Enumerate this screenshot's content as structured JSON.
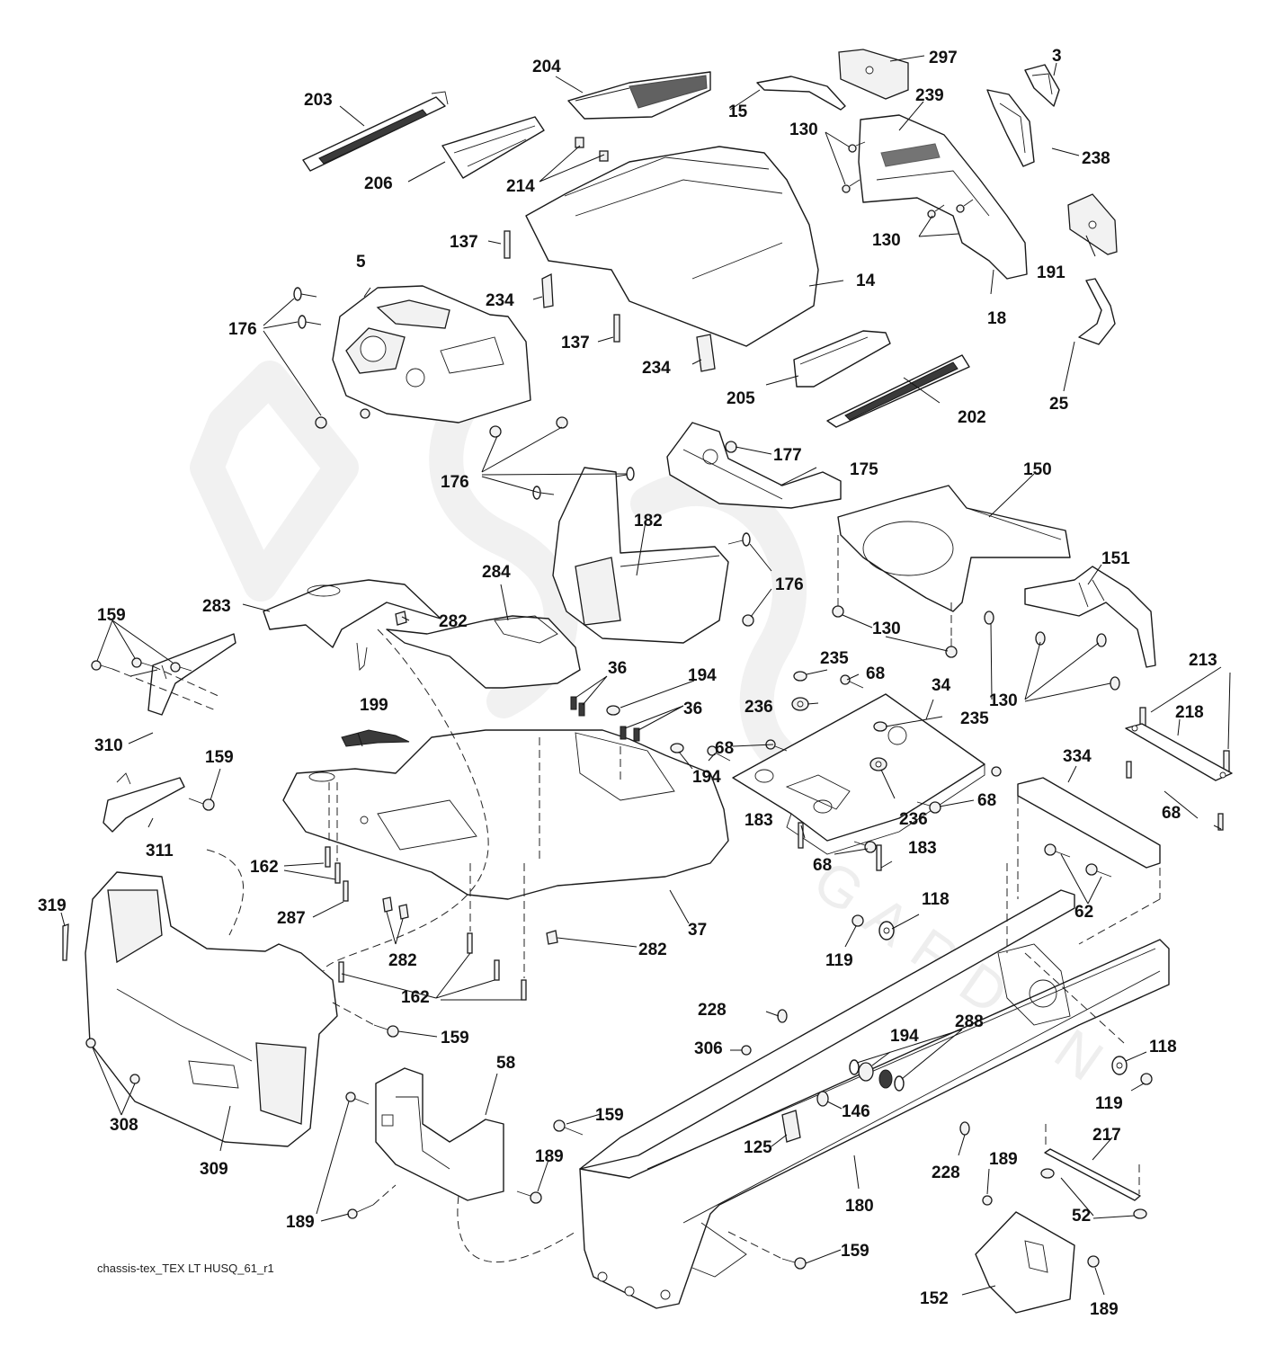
{
  "diagram": {
    "title": "Chassis / Enclosures exploded parts diagram",
    "footer_code": "chassis-tex_TEX LT HUSQ_61_r1",
    "watermark_text": "GARDEN",
    "callouts": [
      {
        "id": "c203",
        "label": "203",
        "part": "vent-grille-203"
      },
      {
        "id": "c204",
        "label": "204",
        "part": "vent-cover-204"
      },
      {
        "id": "c206",
        "label": "206",
        "part": "duct-206"
      },
      {
        "id": "c214",
        "label": "214",
        "part": "clips-214"
      },
      {
        "id": "c15",
        "label": "15",
        "part": "trim-strip-15"
      },
      {
        "id": "c297",
        "label": "297",
        "part": "foam-block-297"
      },
      {
        "id": "c3",
        "label": "3",
        "part": "emblem-3"
      },
      {
        "id": "c239",
        "label": "239",
        "part": "badge-239"
      },
      {
        "id": "c238",
        "label": "238",
        "part": "grille-insert-238"
      },
      {
        "id": "c130a",
        "label": "130",
        "part": "screws-130-upper"
      },
      {
        "id": "c130b",
        "label": "130",
        "part": "screws-130-mid"
      },
      {
        "id": "c137a",
        "label": "137",
        "part": "bumper-137-upper"
      },
      {
        "id": "c137b",
        "label": "137",
        "part": "bumper-137-lower"
      },
      {
        "id": "c234a",
        "label": "234",
        "part": "pad-234-upper"
      },
      {
        "id": "c234b",
        "label": "234",
        "part": "pad-234-lower"
      },
      {
        "id": "c14",
        "label": "14",
        "part": "hood-14"
      },
      {
        "id": "c18",
        "label": "18",
        "part": "front-grille-18"
      },
      {
        "id": "c191",
        "label": "191",
        "part": "foam-block-191"
      },
      {
        "id": "c25",
        "label": "25",
        "part": "bumper-trim-25"
      },
      {
        "id": "c5",
        "label": "5",
        "part": "dash-panel-5"
      },
      {
        "id": "c176a",
        "label": "176",
        "part": "pushpins-176-left"
      },
      {
        "id": "c176b",
        "label": "176",
        "part": "pushpins-176-center"
      },
      {
        "id": "c176c",
        "label": "176",
        "part": "pushpins-176-right"
      },
      {
        "id": "c205",
        "label": "205",
        "part": "duct-205"
      },
      {
        "id": "c202",
        "label": "202",
        "part": "vent-grille-202"
      },
      {
        "id": "c177",
        "label": "177",
        "part": "nut-177"
      },
      {
        "id": "c175",
        "label": "175",
        "part": "bracket-175"
      },
      {
        "id": "c150",
        "label": "150",
        "part": "engine-shroud-150"
      },
      {
        "id": "c182",
        "label": "182",
        "part": "dash-lower-182"
      },
      {
        "id": "c151",
        "label": "151",
        "part": "bracket-151"
      },
      {
        "id": "c130c",
        "label": "130",
        "part": "screws-130-shroud"
      },
      {
        "id": "c130d",
        "label": "130",
        "part": "screws-130-bracket"
      },
      {
        "id": "c283",
        "label": "283",
        "part": "fender-cover-283"
      },
      {
        "id": "c284",
        "label": "284",
        "part": "fender-cover-284"
      },
      {
        "id": "c282a",
        "label": "282",
        "part": "clip-282-upper"
      },
      {
        "id": "c282b",
        "label": "282",
        "part": "clips-282-lower"
      },
      {
        "id": "c282c",
        "label": "282",
        "part": "clip-282-right"
      },
      {
        "id": "c159a",
        "label": "159",
        "part": "bolts-159-310"
      },
      {
        "id": "c159b",
        "label": "159",
        "part": "bolt-159-311"
      },
      {
        "id": "c159c",
        "label": "159",
        "part": "screw-159-grille"
      },
      {
        "id": "c159d",
        "label": "159",
        "part": "screw-159-frame"
      },
      {
        "id": "c159e",
        "label": "159",
        "part": "screw-159-front"
      },
      {
        "id": "c310",
        "label": "310",
        "part": "hinge-310"
      },
      {
        "id": "c311",
        "label": "311",
        "part": "hinge-311"
      },
      {
        "id": "c199",
        "label": "199",
        "part": "plate-199"
      },
      {
        "id": "c36a",
        "label": "36",
        "part": "bolts-36-left"
      },
      {
        "id": "c36b",
        "label": "36",
        "part": "bolts-36-right"
      },
      {
        "id": "c194a",
        "label": "194",
        "part": "nut-194-upper"
      },
      {
        "id": "c194b",
        "label": "194",
        "part": "nut-194-lower"
      },
      {
        "id": "c194c",
        "label": "194",
        "part": "nuts-194-frame"
      },
      {
        "id": "c235a",
        "label": "235",
        "part": "spacer-235-left"
      },
      {
        "id": "c235b",
        "label": "235",
        "part": "spacer-235-right"
      },
      {
        "id": "c236a",
        "label": "236",
        "part": "bushing-236-left"
      },
      {
        "id": "c236b",
        "label": "236",
        "part": "bushing-236-right"
      },
      {
        "id": "c68a",
        "label": "68",
        "part": "bolt-68-a"
      },
      {
        "id": "c68b",
        "label": "68",
        "part": "bolt-68-b"
      },
      {
        "id": "c68c",
        "label": "68",
        "part": "bolt-68-c"
      },
      {
        "id": "c68d",
        "label": "68",
        "part": "bolt-68-d"
      },
      {
        "id": "c68e",
        "label": "68",
        "part": "bolts-68-bracket"
      },
      {
        "id": "c34",
        "label": "34",
        "part": "engine-plate-34"
      },
      {
        "id": "c213",
        "label": "213",
        "part": "bolts-213"
      },
      {
        "id": "c218",
        "label": "218",
        "part": "bar-218"
      },
      {
        "id": "c334",
        "label": "334",
        "part": "bracket-334"
      },
      {
        "id": "c183a",
        "label": "183",
        "part": "bolt-183-left"
      },
      {
        "id": "c183b",
        "label": "183",
        "part": "bolt-183-right"
      },
      {
        "id": "c62",
        "label": "62",
        "part": "bolts-62"
      },
      {
        "id": "c162a",
        "label": "162",
        "part": "bolts-162-upper"
      },
      {
        "id": "c162b",
        "label": "162",
        "part": "bolts-162-lower"
      },
      {
        "id": "c287",
        "label": "287",
        "part": "bolt-287"
      },
      {
        "id": "c37",
        "label": "37",
        "part": "fender-pan-37"
      },
      {
        "id": "c118a",
        "label": "118",
        "part": "washer-118-upper"
      },
      {
        "id": "c119a",
        "label": "119",
        "part": "nut-119-upper"
      },
      {
        "id": "c118b",
        "label": "118",
        "part": "washer-118-lower"
      },
      {
        "id": "c119b",
        "label": "119",
        "part": "nut-119-lower"
      },
      {
        "id": "c319",
        "label": "319",
        "part": "pin-319"
      },
      {
        "id": "c308",
        "label": "308",
        "part": "screws-308"
      },
      {
        "id": "c309",
        "label": "309",
        "part": "front-grille-309"
      },
      {
        "id": "c228a",
        "label": "228",
        "part": "bolt-228-upper"
      },
      {
        "id": "c228b",
        "label": "228",
        "part": "bolt-228-lower"
      },
      {
        "id": "c306",
        "label": "306",
        "part": "nut-306"
      },
      {
        "id": "c288",
        "label": "288",
        "part": "washers-288"
      },
      {
        "id": "c146",
        "label": "146",
        "part": "plug-146"
      },
      {
        "id": "c125",
        "label": "125",
        "part": "clip-125"
      },
      {
        "id": "c180",
        "label": "180",
        "part": "frame-180"
      },
      {
        "id": "c58",
        "label": "58",
        "part": "bracket-58"
      },
      {
        "id": "c189a",
        "label": "189",
        "part": "screw-189-left"
      },
      {
        "id": "c189b",
        "label": "189",
        "part": "screw-189-mid"
      },
      {
        "id": "c189c",
        "label": "189",
        "part": "screw-189-right"
      },
      {
        "id": "c189d",
        "label": "189",
        "part": "screw-189-plate"
      },
      {
        "id": "c217",
        "label": "217",
        "part": "rod-217"
      },
      {
        "id": "c52",
        "label": "52",
        "part": "nuts-52"
      },
      {
        "id": "c152",
        "label": "152",
        "part": "plate-152"
      }
    ]
  }
}
